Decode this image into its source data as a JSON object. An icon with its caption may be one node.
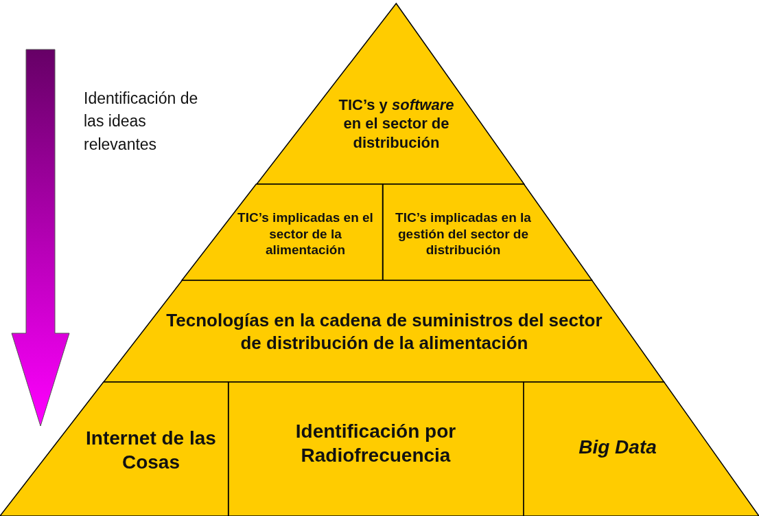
{
  "diagram": {
    "nodes": [
      {
        "text": [
          "TIC’s y *software* en el sector de distribución"
        ]
      },
      {
        "text": [
          "TIC’s implicadas en el sector de la alimentación"
        ]
      },
      {
        "text": [
          "TIC’s implicadas en la gestión del sector de distribución"
        ]
      },
      {
        "text": [
          "Tecnologías en la cadena de suministros del sector de distribución de la alimentación"
        ]
      },
      {
        "text": [
          "Internet de las Cosas"
        ]
      },
      {
        "text": [
          "Identificación por Radiofrecuencia"
        ]
      },
      {
        "text": [
          "Big Data"
        ]
      }
    ],
    "labels": [
      "Identificación de las ideas relevantes"
    ]
  }
}
